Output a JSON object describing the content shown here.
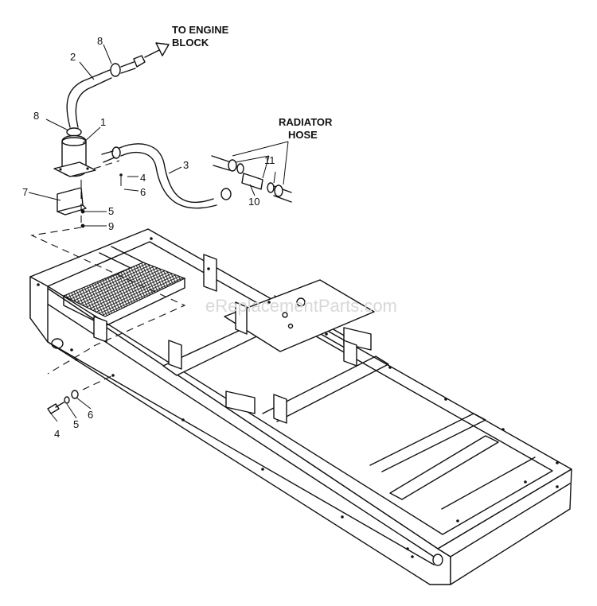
{
  "notes": {
    "engine_line1": "TO ENGINE",
    "engine_line2": "BLOCK",
    "radiator_line1": "RADIATOR",
    "radiator_line2": "HOSE"
  },
  "callouts": {
    "c1": "1",
    "c2": "2",
    "c3": "3",
    "c4_top": "4",
    "c4_bottom": "4",
    "c5_top": "5",
    "c5_bottom": "5",
    "c6_top": "6",
    "c6_bottom": "6",
    "c7": "7",
    "c8_top": "8",
    "c8_mid": "8",
    "c9": "9",
    "c10": "10",
    "c11": "11"
  },
  "watermark": "eReplacementParts.com"
}
